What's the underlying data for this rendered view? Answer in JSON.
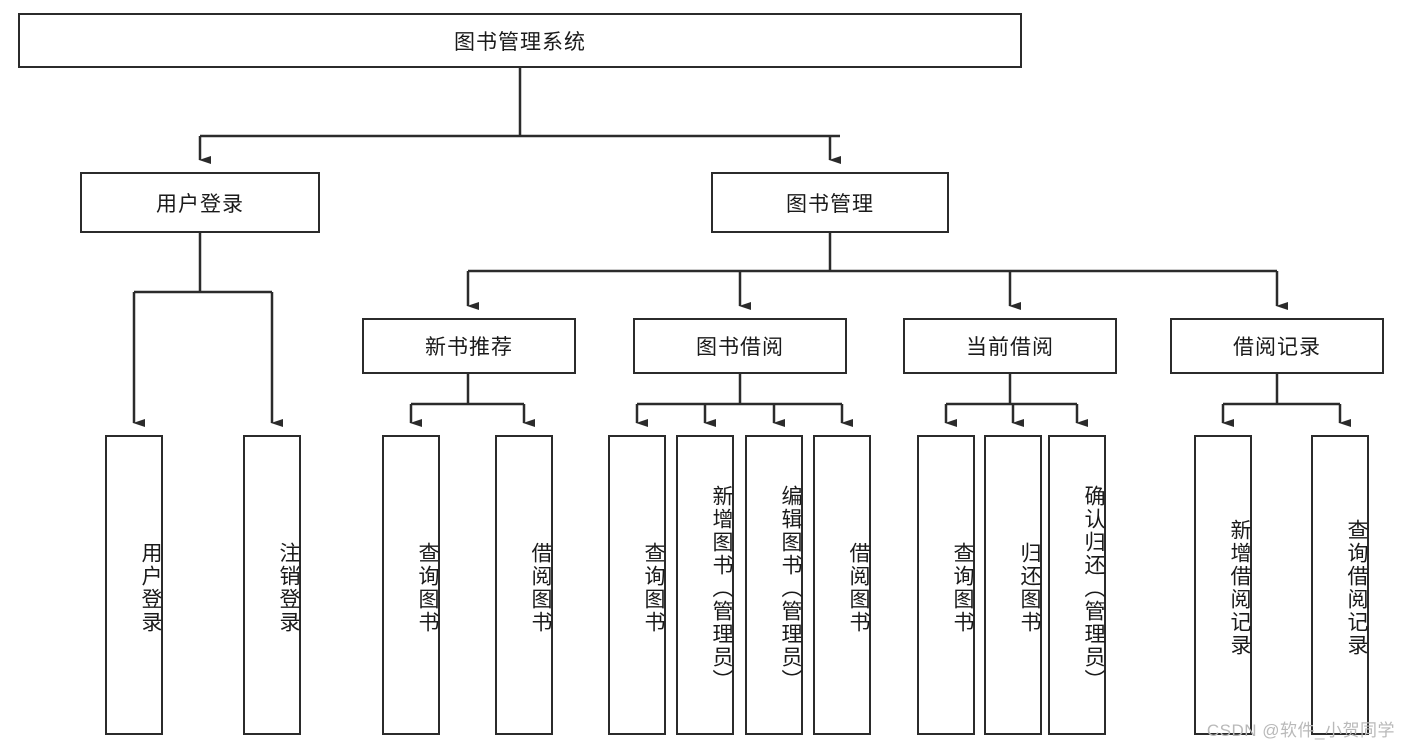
{
  "diagram": {
    "title": "图书管理系统",
    "type": "tree-hierarchy-diagram",
    "root": {
      "label": "图书管理系统"
    },
    "level2": [
      {
        "label": "用户登录"
      },
      {
        "label": "图书管理"
      }
    ],
    "level3": [
      {
        "label": "新书推荐"
      },
      {
        "label": "图书借阅"
      },
      {
        "label": "当前借阅"
      },
      {
        "label": "借阅记录"
      }
    ],
    "leaves": {
      "user_login": [
        {
          "label": "用户登录"
        },
        {
          "label": "注销登录"
        }
      ],
      "new_book_recommend": [
        {
          "label": "查询图书"
        },
        {
          "label": "借阅图书"
        }
      ],
      "book_borrow": [
        {
          "label": "查询图书"
        },
        {
          "label": "新增图书（管理员）"
        },
        {
          "label": "编辑图书（管理员）"
        },
        {
          "label": "借阅图书"
        }
      ],
      "current_borrow": [
        {
          "label": "查询图书"
        },
        {
          "label": "归还图书"
        },
        {
          "label": "确认归还（管理员）"
        }
      ],
      "borrow_record": [
        {
          "label": "新增借阅记录"
        },
        {
          "label": "查询借阅记录"
        }
      ]
    }
  },
  "watermark": {
    "text": "CSDN @软件_小贺同学"
  },
  "colors": {
    "stroke": "#2b2b2b",
    "background": "#ffffff",
    "text": "#1a1a1a",
    "watermark": "#b9b9b9"
  }
}
